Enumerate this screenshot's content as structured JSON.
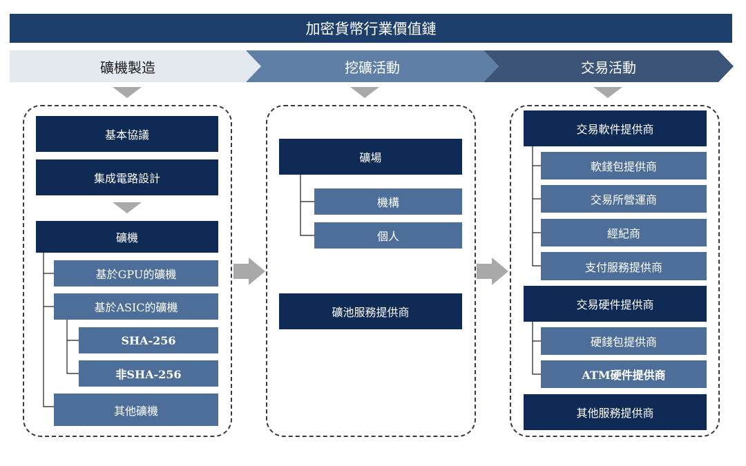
{
  "title": "加密貨幣行業價值鏈",
  "stages": [
    {
      "label": "礦機製造"
    },
    {
      "label": "挖礦活動"
    },
    {
      "label": "交易活動"
    }
  ],
  "mining_equipment": {
    "items": [
      "基本協議",
      "集成電路設計"
    ],
    "machine": "礦機",
    "gpu": "基於GPU的礦機",
    "asic": "基於ASIC的礦機",
    "sha256": "SHA-256",
    "non_sha256": "非SHA-256",
    "other": "其他礦機"
  },
  "mining_activity": {
    "farm": "礦場",
    "institution": "機構",
    "individual": "個人",
    "pool": "礦池服務提供商"
  },
  "trading": {
    "software": "交易軟件提供商",
    "software_wallet": "軟錢包提供商",
    "exchange": "交易所營運商",
    "broker": "經紀商",
    "payment": "支付服務提供商",
    "hardware": "交易硬件提供商",
    "hardware_wallet": "硬錢包提供商",
    "atm": "ATM硬件提供商",
    "other": "其他服務提供商"
  },
  "colors": {
    "title_bar": "#1e3f6b",
    "dark_box": "#0f2a54",
    "mid_box": "#4d6e99",
    "stage1": "#e4e8ef",
    "stage2": "#5f7fa6",
    "stage3": "#3b5478",
    "arrow_gray": "#a9a9a9"
  }
}
